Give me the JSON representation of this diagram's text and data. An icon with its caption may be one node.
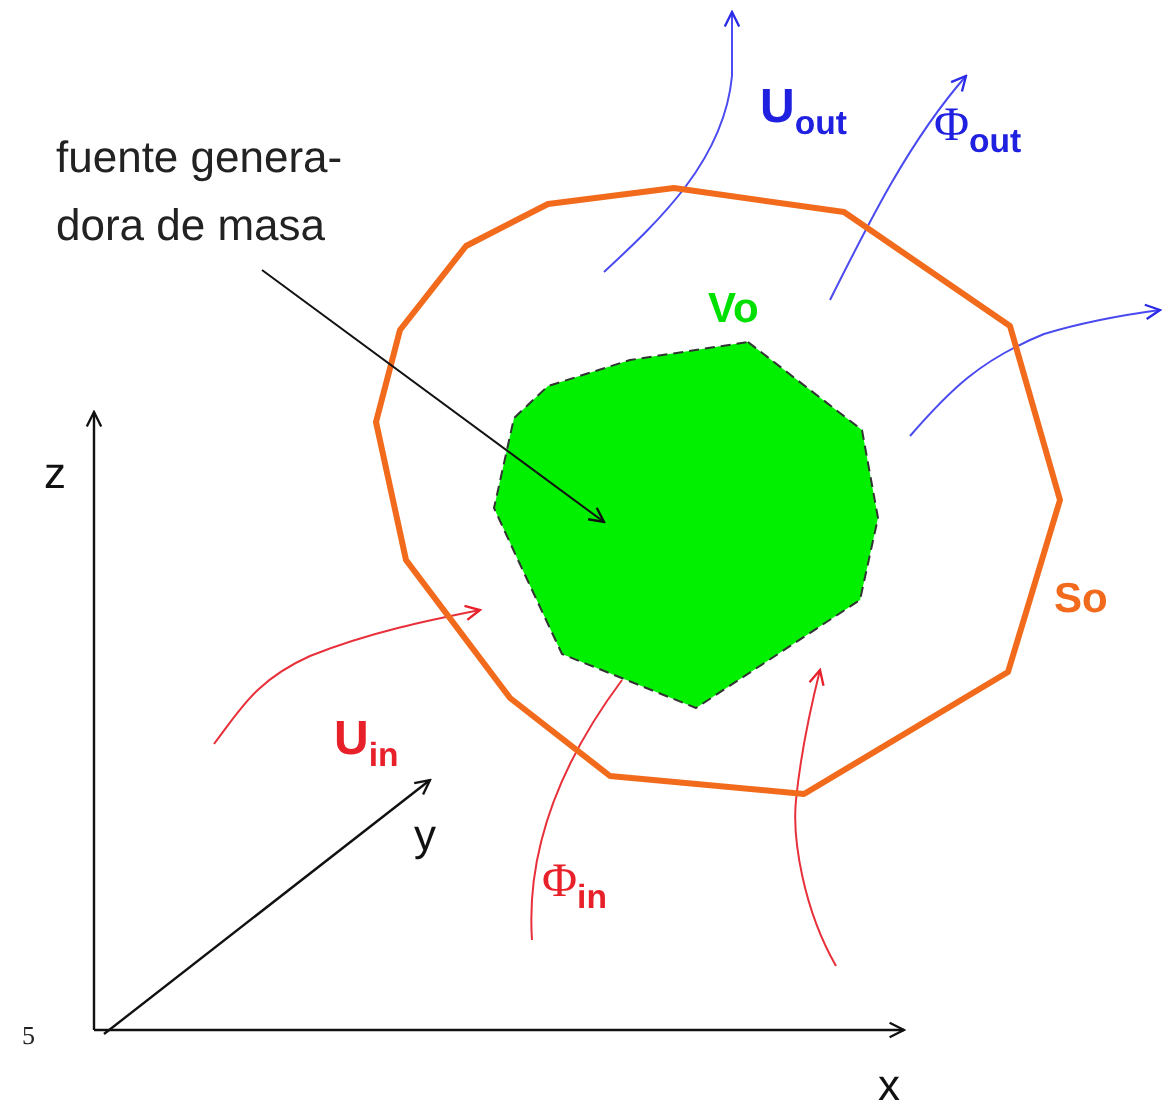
{
  "diagram": {
    "nodes": [
      {
        "text": [
          "fuente genera- dora de masa"
        ]
      },
      {
        "text": [
          "So"
        ]
      },
      {
        "text": [
          "Vo"
        ],
        "in": 1
      }
    ],
    "edges": [
      {
        "from": 0,
        "to": 2,
        "arrow": "to"
      }
    ],
    "labels": [
      "U$_{out}$",
      "Φ$_{out}$",
      "U$_{in}$",
      "Φ$_{in}$",
      "z",
      "y",
      "5",
      "x"
    ]
  }
}
